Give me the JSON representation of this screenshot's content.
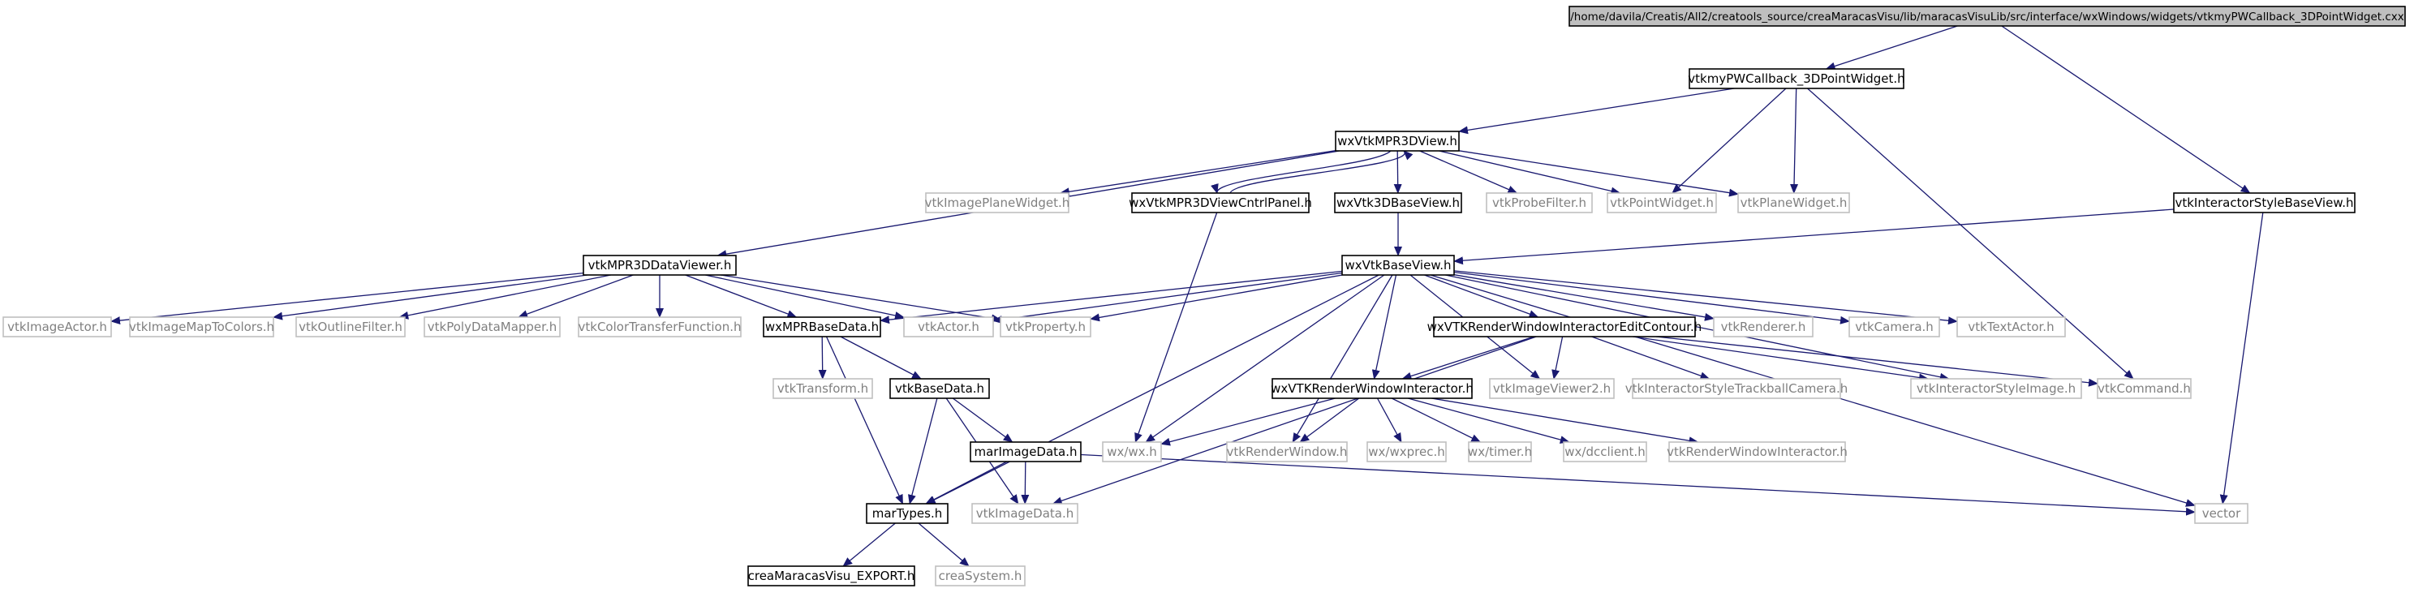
{
  "colors": {
    "edge": "#191970",
    "root_fill": "#bfbfbf",
    "documented_border": "#000000",
    "external_border": "#bfbfbf",
    "external_text": "#808080"
  },
  "nodes": [
    {
      "id": "root",
      "label": "/home/davila/Creatis/All2/creatools_source/creaMaracasVisu/lib/maracasVisuLib/src/interface/wxWindows/widgets/vtkmyPWCallback_3DPointWidget.cxx",
      "kind": "root"
    },
    {
      "id": "callbackh",
      "label": "vtkmyPWCallback_3DPointWidget.h",
      "kind": "documented"
    },
    {
      "id": "isbv",
      "label": "vtkInteractorStyleBaseView.h",
      "kind": "documented"
    },
    {
      "id": "mpr3dview",
      "label": "wxVtkMPR3DView.h",
      "kind": "documented"
    },
    {
      "id": "ipw",
      "label": "vtkImagePlaneWidget.h",
      "kind": "external"
    },
    {
      "id": "ctrlpanel",
      "label": "wxVtkMPR3DViewCntrlPanel.h",
      "kind": "documented"
    },
    {
      "id": "wx3dbase",
      "label": "wxVtk3DBaseView.h",
      "kind": "documented"
    },
    {
      "id": "probe",
      "label": "vtkProbeFilter.h",
      "kind": "external"
    },
    {
      "id": "pointw",
      "label": "vtkPointWidget.h",
      "kind": "external"
    },
    {
      "id": "planew",
      "label": "vtkPlaneWidget.h",
      "kind": "external"
    },
    {
      "id": "mprdataviewer",
      "label": "vtkMPR3DDataViewer.h",
      "kind": "documented"
    },
    {
      "id": "basev",
      "label": "wxVtkBaseView.h",
      "kind": "documented"
    },
    {
      "id": "imgactor",
      "label": "vtkImageActor.h",
      "kind": "external"
    },
    {
      "id": "imgmap",
      "label": "vtkImageMapToColors.h",
      "kind": "external"
    },
    {
      "id": "outline",
      "label": "vtkOutlineFilter.h",
      "kind": "external"
    },
    {
      "id": "polymap",
      "label": "vtkPolyDataMapper.h",
      "kind": "external"
    },
    {
      "id": "colortf",
      "label": "vtkColorTransferFunction.h",
      "kind": "external"
    },
    {
      "id": "mprbase",
      "label": "wxMPRBaseData.h",
      "kind": "documented"
    },
    {
      "id": "actor",
      "label": "vtkActor.h",
      "kind": "external"
    },
    {
      "id": "prop",
      "label": "vtkProperty.h",
      "kind": "external"
    },
    {
      "id": "editcontour",
      "label": "wxVTKRenderWindowInteractorEditContour.h",
      "kind": "documented"
    },
    {
      "id": "renderer",
      "label": "vtkRenderer.h",
      "kind": "external"
    },
    {
      "id": "camera",
      "label": "vtkCamera.h",
      "kind": "external"
    },
    {
      "id": "textactor",
      "label": "vtkTextActor.h",
      "kind": "external"
    },
    {
      "id": "transform",
      "label": "vtkTransform.h",
      "kind": "external"
    },
    {
      "id": "basedata",
      "label": "vtkBaseData.h",
      "kind": "documented"
    },
    {
      "id": "rwi",
      "label": "wxVTKRenderWindowInteractor.h",
      "kind": "documented"
    },
    {
      "id": "imgviewer2",
      "label": "vtkImageViewer2.h",
      "kind": "external"
    },
    {
      "id": "trackball",
      "label": "vtkInteractorStyleTrackballCamera.h",
      "kind": "external"
    },
    {
      "id": "istyleimage",
      "label": "vtkInteractorStyleImage.h",
      "kind": "external"
    },
    {
      "id": "command",
      "label": "vtkCommand.h",
      "kind": "external"
    },
    {
      "id": "wxwx",
      "label": "wx/wx.h",
      "kind": "external"
    },
    {
      "id": "renderwin",
      "label": "vtkRenderWindow.h",
      "kind": "external"
    },
    {
      "id": "wxprec",
      "label": "wx/wxprec.h",
      "kind": "external"
    },
    {
      "id": "timer",
      "label": "wx/timer.h",
      "kind": "external"
    },
    {
      "id": "dcclient",
      "label": "wx/dcclient.h",
      "kind": "external"
    },
    {
      "id": "vtkrwi",
      "label": "vtkRenderWindowInteractor.h",
      "kind": "external"
    },
    {
      "id": "marimage",
      "label": "marImageData.h",
      "kind": "documented"
    },
    {
      "id": "martypes",
      "label": "marTypes.h",
      "kind": "documented"
    },
    {
      "id": "vtkimagedata",
      "label": "vtkImageData.h",
      "kind": "external"
    },
    {
      "id": "vector",
      "label": "vector",
      "kind": "external"
    },
    {
      "id": "export",
      "label": "creaMaracasVisu_EXPORT.h",
      "kind": "documented"
    },
    {
      "id": "creasystem",
      "label": "creaSystem.h",
      "kind": "external"
    }
  ],
  "edges": [
    [
      "root",
      "callbackh"
    ],
    [
      "root",
      "isbv"
    ],
    [
      "callbackh",
      "mpr3dview"
    ],
    [
      "callbackh",
      "pointw"
    ],
    [
      "callbackh",
      "planew"
    ],
    [
      "callbackh",
      "command"
    ],
    [
      "mpr3dview",
      "ipw"
    ],
    [
      "mpr3dview",
      "ctrlpanel"
    ],
    [
      "mpr3dview",
      "wx3dbase"
    ],
    [
      "mpr3dview",
      "probe"
    ],
    [
      "mpr3dview",
      "pointw"
    ],
    [
      "mpr3dview",
      "planew"
    ],
    [
      "mpr3dview",
      "mprdataviewer"
    ],
    [
      "ctrlpanel",
      "mpr3dview"
    ],
    [
      "ctrlpanel",
      "wxwx"
    ],
    [
      "wx3dbase",
      "basev"
    ],
    [
      "isbv",
      "basev"
    ],
    [
      "isbv",
      "vector"
    ],
    [
      "mprdataviewer",
      "imgactor"
    ],
    [
      "mprdataviewer",
      "imgmap"
    ],
    [
      "mprdataviewer",
      "outline"
    ],
    [
      "mprdataviewer",
      "polymap"
    ],
    [
      "mprdataviewer",
      "colortf"
    ],
    [
      "mprdataviewer",
      "mprbase"
    ],
    [
      "mprdataviewer",
      "actor"
    ],
    [
      "mprdataviewer",
      "prop"
    ],
    [
      "basev",
      "mprbase"
    ],
    [
      "basev",
      "actor"
    ],
    [
      "basev",
      "prop"
    ],
    [
      "basev",
      "editcontour"
    ],
    [
      "basev",
      "renderer"
    ],
    [
      "basev",
      "camera"
    ],
    [
      "basev",
      "textactor"
    ],
    [
      "basev",
      "rwi"
    ],
    [
      "basev",
      "imgviewer2"
    ],
    [
      "basev",
      "istyleimage"
    ],
    [
      "basev",
      "wxwx"
    ],
    [
      "basev",
      "renderwin"
    ],
    [
      "basev",
      "martypes"
    ],
    [
      "basev",
      "vector"
    ],
    [
      "editcontour",
      "rwi"
    ],
    [
      "editcontour",
      "imgviewer2"
    ],
    [
      "editcontour",
      "trackball"
    ],
    [
      "editcontour",
      "istyleimage"
    ],
    [
      "editcontour",
      "command"
    ],
    [
      "editcontour",
      "vtkimagedata"
    ],
    [
      "mprbase",
      "transform"
    ],
    [
      "mprbase",
      "basedata"
    ],
    [
      "mprbase",
      "martypes"
    ],
    [
      "basedata",
      "marimage"
    ],
    [
      "basedata",
      "martypes"
    ],
    [
      "basedata",
      "vtkimagedata"
    ],
    [
      "rwi",
      "wxwx"
    ],
    [
      "rwi",
      "renderwin"
    ],
    [
      "rwi",
      "wxprec"
    ],
    [
      "rwi",
      "timer"
    ],
    [
      "rwi",
      "dcclient"
    ],
    [
      "rwi",
      "vtkrwi"
    ],
    [
      "marimage",
      "martypes"
    ],
    [
      "marimage",
      "vtkimagedata"
    ],
    [
      "marimage",
      "vector"
    ],
    [
      "martypes",
      "export"
    ],
    [
      "martypes",
      "creasystem"
    ]
  ]
}
